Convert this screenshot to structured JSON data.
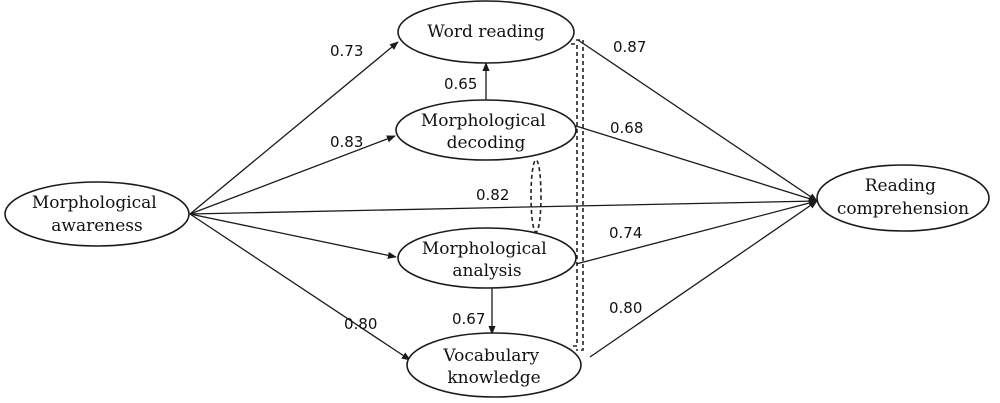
{
  "nodes": {
    "morphological_awareness": [
      "Morphological",
      "awareness"
    ],
    "word_reading": [
      "Word reading"
    ],
    "morphological_decoding": [
      "Morphological",
      "decoding"
    ],
    "morphological_analysis": [
      "Morphological",
      "analysis"
    ],
    "vocabulary_knowledge": [
      "Vocabulary",
      "knowledge"
    ],
    "reading_comprehension": [
      "Reading",
      "comprehension"
    ]
  },
  "coefficients": {
    "awareness_to_word_reading": "0.73",
    "awareness_to_decoding": "0.83",
    "awareness_to_comprehension": "0.82",
    "awareness_to_vocabulary": "0.80",
    "decoding_to_word_reading": "0.65",
    "analysis_to_vocabulary": "0.67",
    "word_reading_to_comprehension": "0.87",
    "decoding_to_comprehension": "0.68",
    "analysis_to_comprehension": "0.74",
    "vocabulary_to_comprehension": "0.80"
  }
}
